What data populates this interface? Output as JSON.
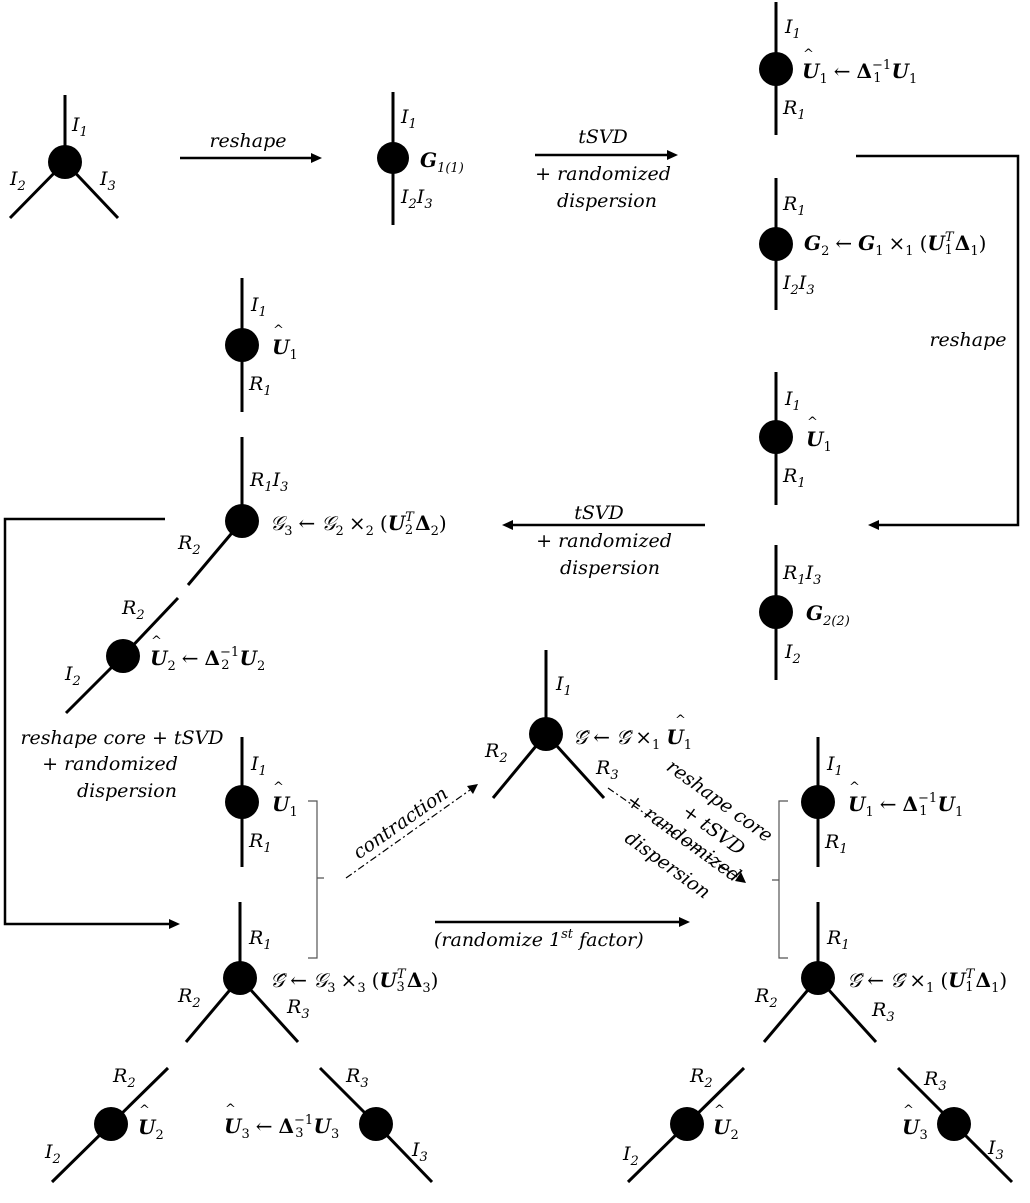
{
  "labels": {
    "reshape_1": "reshape",
    "reshape_2": "reshape",
    "tsvd_1": "tSVD",
    "tsvd_2": "tSVD",
    "rand_disp_1a": "+ randomized",
    "rand_disp_1b": "dispersion",
    "rand_disp_2a": "+ randomized",
    "rand_disp_2b": "dispersion",
    "reshape_core_a": "reshape core + tSVD",
    "reshape_core_b": "+ randomized",
    "reshape_core_c": "dispersion",
    "contraction": "contraction",
    "diag_a": "reshape core",
    "diag_b": "+ tSVD",
    "diag_c": "+ randomized",
    "diag_d": "dispersion",
    "randomize_first": "(randomize 1",
    "randomize_sup": "st",
    "randomize_end": " factor)"
  },
  "symbols": {
    "I": "I",
    "R": "R",
    "G": "G",
    "U": "U",
    "Delta": "Δ",
    "calG": "𝒢",
    "hatG": "𝒢̂",
    "leftarrow": "←",
    "times": "×",
    "inverse": "−1",
    "transpose": "T",
    "one": "1",
    "two": "2",
    "three": "3",
    "one_paren": "1(1)",
    "two_paren": "2(2)",
    "open_paren": "(",
    "close_paren": ")"
  }
}
